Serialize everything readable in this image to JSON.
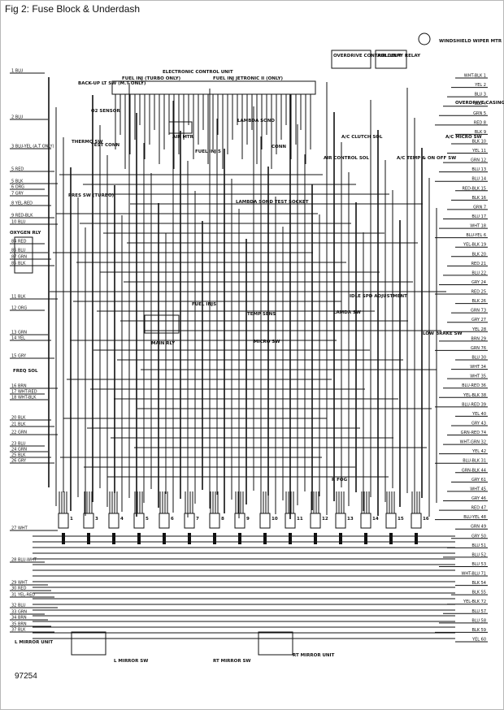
{
  "caption": "Fig 2: Fuse Block & Underdash",
  "reference_number": "97254",
  "components": {
    "ecu": "ELECTRONIC CONTROL UNIT",
    "fuel_inj_turbo": "FUEL INJ (TURBO ONLY)",
    "fuel_inj_jetronic": "FUEL INJ JETRONIC II (ONLY)",
    "overdrive_control": "OVERDRIVE CONTROL UNIT",
    "air_delay_relay": "AIR DELAY RELAY",
    "windshield_wiper": "WINDSHIELD WIPER MTR",
    "overdrive_casing_sw": "OVERDRIVE CASING SW",
    "backup_lt_sw": "BACK-UP LT SW (M.T ONLY)",
    "o2_sensor": "O2 SENSOR",
    "test_conn": "TEST CONN",
    "thermo_sw": "THERMO SW",
    "air_mtr": "AIR MTR",
    "fuel_inj_5": "FUEL INJ 5",
    "lambda_sond": "LAMBDA SOND",
    "conn": "CONN",
    "ac_clutch_sol": "A/C CLUTCH SOL",
    "air_control_sol": "AIR CONTROL SOL",
    "ac_temp_sw": "A/C TEMP & ON OFF SW",
    "ac_micro_sw": "A/C MICRO SW",
    "press_sw_turbo": "PRES SW (TURBO)",
    "lambda_sond_test": "LAMBDA SOND TEST SOCKET",
    "oxygen_rly": "OXYGEN RLY",
    "fuel_injs": "FUEL INJS",
    "temp_sens": "TEMP SENS",
    "micro_sw": "MICRO SW",
    "idle_spd": "IDLE SPD ADJUSTMENT",
    "lamda_sw": "LAMDA SW",
    "low_brake_sw": "LOW BRAKE SW",
    "main_rly": "MAIN RLY",
    "freq_sol": "FREQ SOL",
    "r_fog": "R FOG",
    "l_mirror_unit": "L MIRROR UNIT",
    "l_mirror_sw": "L MIRROR SW",
    "rt_mirror_sw": "RT MIRROR SW",
    "rt_mirror_unit": "RT MIRROR UNIT"
  },
  "left_wires": [
    "1 BLU",
    "2 BLU",
    "3 BLU-YEL (A.T ONLY)",
    "5 RED",
    "5 BLK",
    "6 ORG",
    "7 GRY",
    "8 YEL-RED",
    "9 RED-BLK",
    "10 BLU",
    "84 RED",
    "86 BLU",
    "87 GRN",
    "85 BLK",
    "11 BLK",
    "12 ORG",
    "13 GRN",
    "14 YEL",
    "15 GRY",
    "16 BRN",
    "17 WHT-RED",
    "18 WHT-BLK",
    "20 BLK",
    "21 BLK",
    "22 GRN",
    "23 BLU",
    "24 GRN",
    "25 BLK",
    "26 GRY",
    "27 WHT",
    "28 BLU-WHT",
    "29 WHT",
    "30 RED",
    "31 YEL-RED",
    "32 BLU",
    "33 GRN",
    "34 BRN",
    "35 BRN",
    "37 BLK"
  ],
  "right_wires": [
    "WHT-BLK 1",
    "YEL 2",
    "BLU 3",
    "BLU 4",
    "GRN 5",
    "RED 8",
    "BLK 9",
    "BLK 10",
    "YEL 11",
    "GRN 12",
    "BLU 13",
    "BLU 14",
    "RED-BLK 15",
    "BLK 16",
    "GRN 7",
    "BLU 17",
    "WHT 18",
    "BLU-YEL 6",
    "YEL-BLK 19",
    "BLK 20",
    "RED 21",
    "BLU 22",
    "GRY 24",
    "RED 25",
    "BLK 26",
    "GRN 73",
    "GRY 27",
    "YEL 28",
    "BRN 29",
    "GRN 76",
    "BLU 30",
    "WHT 34",
    "WHT 35",
    "BLU-RED 36",
    "YEL-BLK 38",
    "BLU-RED 39",
    "YEL 40",
    "GRY 43",
    "GRN-RED 74",
    "WHT-GRN 32",
    "YEL 42",
    "BLU-BLK 31",
    "GRN-BLK 44",
    "GRY 61",
    "WHT 45",
    "GRY 46",
    "RED 47",
    "BLU-YEL 48",
    "GRN 49",
    "GRY 50",
    "BLU 51",
    "BLU 52",
    "BLU 53",
    "WHT-BLU 71",
    "BLK 54",
    "BLK 55",
    "YEL-BLK 72",
    "BLU 57",
    "BLU 58",
    "BLK 59",
    "YEL 60"
  ],
  "connector_numbers": [
    "1",
    "3",
    "4",
    "5",
    "6",
    "7",
    "8",
    "9",
    "10",
    "11",
    "12",
    "13",
    "14",
    "15",
    "16"
  ],
  "colors": {
    "ink": "#111111",
    "paper": "#ffffff",
    "frame": "#b8b8b8"
  }
}
